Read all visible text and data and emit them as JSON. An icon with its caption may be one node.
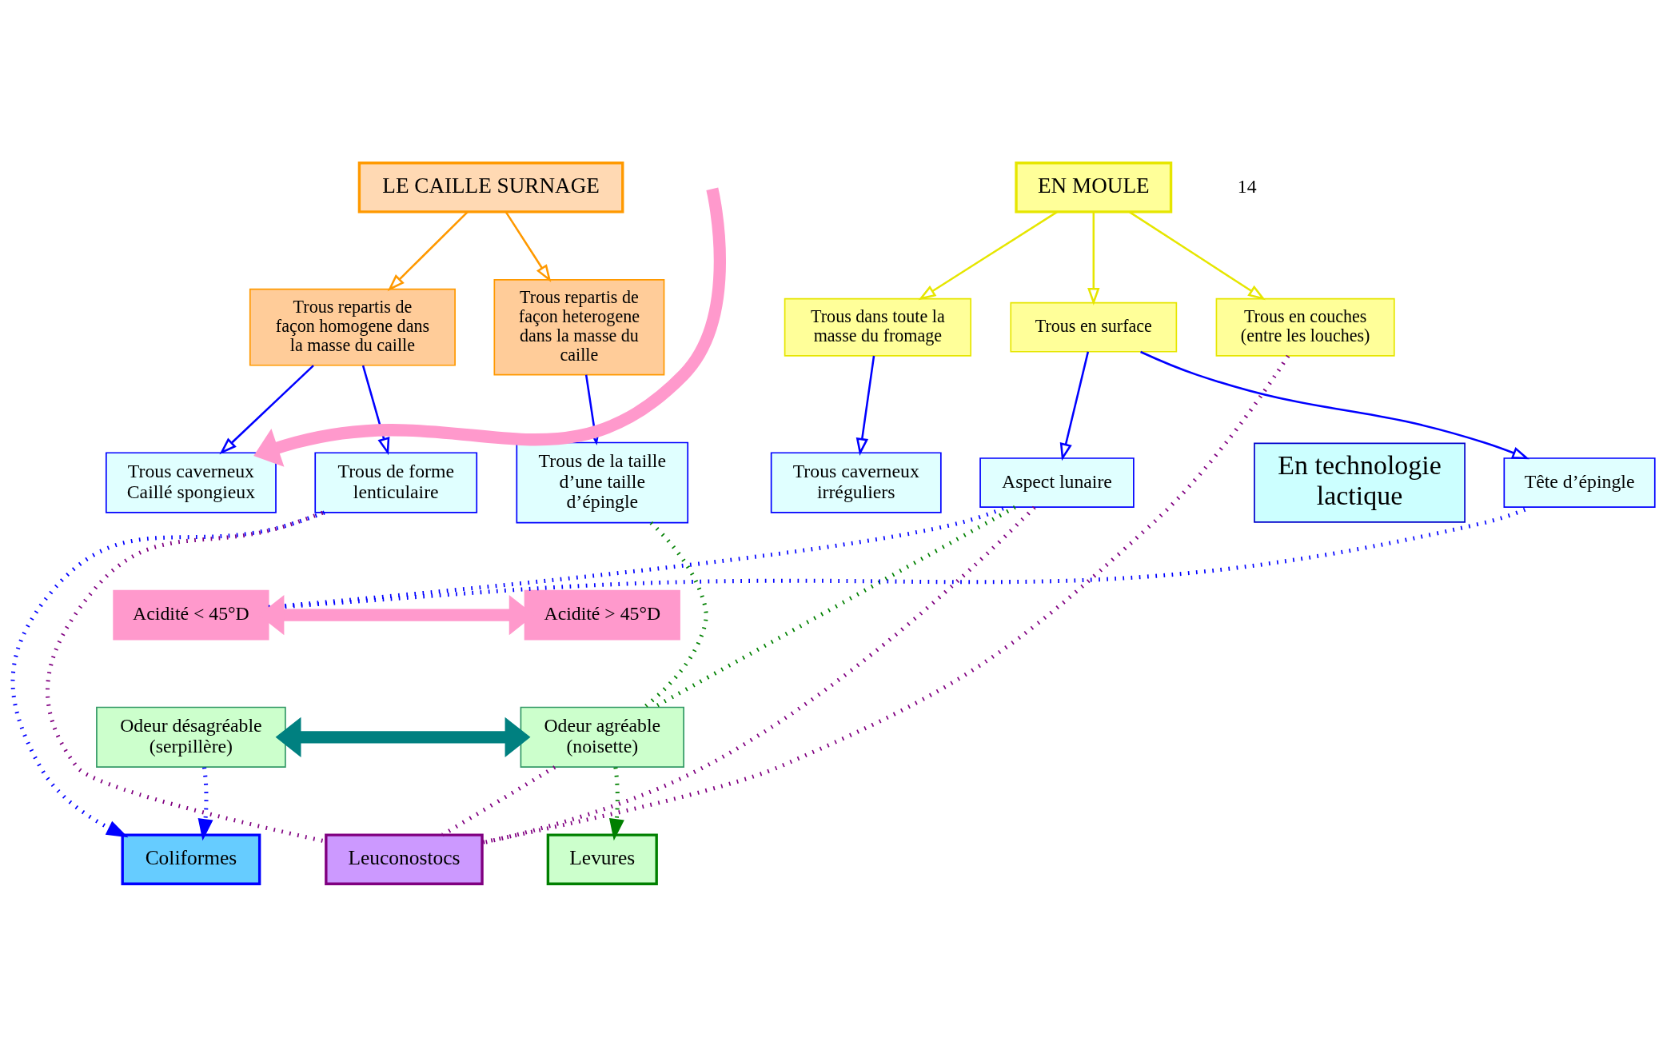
{
  "diagram": {
    "nodes": [
      {
        "text": [
          "LE CAILLE SURNAGE"
        ]
      },
      {
        "text": [
          "EN MOULE"
        ]
      },
      {
        "text": [
          "En technologie lactique"
        ]
      },
      {
        "text": [
          "Trous repartis de façon homogene dans la masse du caille"
        ]
      },
      {
        "text": [
          "Trous repartis de façon heterogene dans la masse du caille"
        ]
      },
      {
        "text": [
          "Trous dans toute la masse du fromage"
        ]
      },
      {
        "text": [
          "Trous en surface"
        ]
      },
      {
        "text": [
          "Trous en couches (entre les louches)"
        ]
      },
      {
        "text": [
          "Trous de forme lenticulaire"
        ]
      },
      {
        "text": [
          "Trous caverneux Caillé spongieux"
        ]
      },
      {
        "text": [
          "Trous de la taille d’une taille d’épingle"
        ]
      },
      {
        "text": [
          "Trous caverneux irréguliers"
        ]
      },
      {
        "text": [
          "Aspect lunaire"
        ]
      },
      {
        "text": [
          "Tête d’épingle"
        ]
      },
      {
        "text": [
          "Acidité < 45°D"
        ]
      },
      {
        "text": [
          "Acidité > 45°D"
        ]
      },
      {
        "text": [
          "Odeur désagréable (serpillère)"
        ]
      },
      {
        "text": [
          "Odeur agréable (noisette)"
        ]
      },
      {
        "text": [
          "Coliformes"
        ]
      },
      {
        "text": [
          "Levures"
        ]
      },
      {
        "text": [
          "Leuconostocs"
        ]
      }
    ],
    "edges": [
      {
        "from": 0,
        "to": 3,
        "arrow": "to",
        "color": "#ff9900"
      },
      {
        "from": 0,
        "to": 4,
        "arrow": "to",
        "color": "#ff9900"
      },
      {
        "from": 1,
        "to": 5,
        "arrow": "to",
        "color": "#e6e600"
      },
      {
        "from": 1,
        "to": 6,
        "arrow": "to",
        "color": "#e6e600"
      },
      {
        "from": 1,
        "to": 7,
        "arrow": "to",
        "color": "#e6e600"
      },
      {
        "from": 3,
        "to": 8,
        "arrow": "to",
        "color": "#0000ff"
      },
      {
        "from": 3,
        "to": 9,
        "arrow": "to",
        "color": "#0000ff"
      },
      {
        "from": 4,
        "to": 10,
        "arrow": "to",
        "color": "#0000ff"
      },
      {
        "from": 5,
        "to": 11,
        "arrow": "to",
        "color": "#0000ff"
      },
      {
        "from": 6,
        "to": 12,
        "arrow": "to",
        "color": "#0000ff"
      },
      {
        "from": 6,
        "to": 13,
        "arrow": "to",
        "color": "#0000ff"
      },
      {
        "from": 14,
        "to": 15,
        "arrow": "both",
        "style": "thick",
        "color": "#ff99cc"
      },
      {
        "from": null,
        "to": 9,
        "arrow": "to",
        "style": "thick",
        "color": "#ff99cc"
      },
      {
        "from": 16,
        "to": 17,
        "arrow": "both",
        "style": "thick",
        "color": "#008080"
      },
      {
        "from": 8,
        "to": 18,
        "arrow": "to",
        "style": "dashed",
        "color": "#0000ff"
      },
      {
        "from": 16,
        "to": 18,
        "arrow": "to",
        "style": "dashed",
        "color": "#0000ff"
      },
      {
        "from": 14,
        "to": 12,
        "arrow": "none",
        "style": "dashed",
        "color": "#0000ff"
      },
      {
        "from": 14,
        "to": 13,
        "arrow": "none",
        "style": "dashed",
        "color": "#0000ff"
      },
      {
        "from": 10,
        "to": 17,
        "arrow": "none",
        "style": "dashed",
        "color": "#008000"
      },
      {
        "from": 12,
        "to": 17,
        "arrow": "none",
        "style": "dashed",
        "color": "#008000"
      },
      {
        "from": 17,
        "to": 19,
        "arrow": "to",
        "style": "dashed",
        "color": "#008000"
      },
      {
        "from": 8,
        "to": 20,
        "arrow": "none",
        "style": "dashed",
        "color": "#800080"
      },
      {
        "from": 12,
        "to": 20,
        "arrow": "none",
        "style": "dashed",
        "color": "#800080"
      },
      {
        "from": 17,
        "to": 20,
        "arrow": "none",
        "style": "dashed",
        "color": "#800080"
      },
      {
        "from": 7,
        "to": 20,
        "arrow": "none",
        "style": "dashed",
        "color": "#800080"
      }
    ],
    "labels": [
      "14"
    ]
  }
}
